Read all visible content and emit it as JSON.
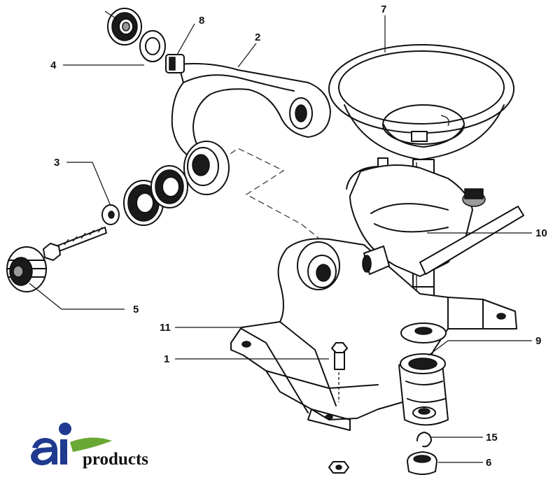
{
  "callouts": {
    "c1": "1",
    "c2": "2",
    "c3": "3",
    "c4": "4",
    "c5": "5",
    "c6": "6",
    "c7": "7",
    "c8": "8",
    "c9": "9",
    "c10": "10",
    "c11": "11",
    "c15": "15"
  },
  "logo": {
    "mark": "a i",
    "text": "products",
    "colors": {
      "blue": "#1f3a8f",
      "green": "#6aa835"
    }
  }
}
